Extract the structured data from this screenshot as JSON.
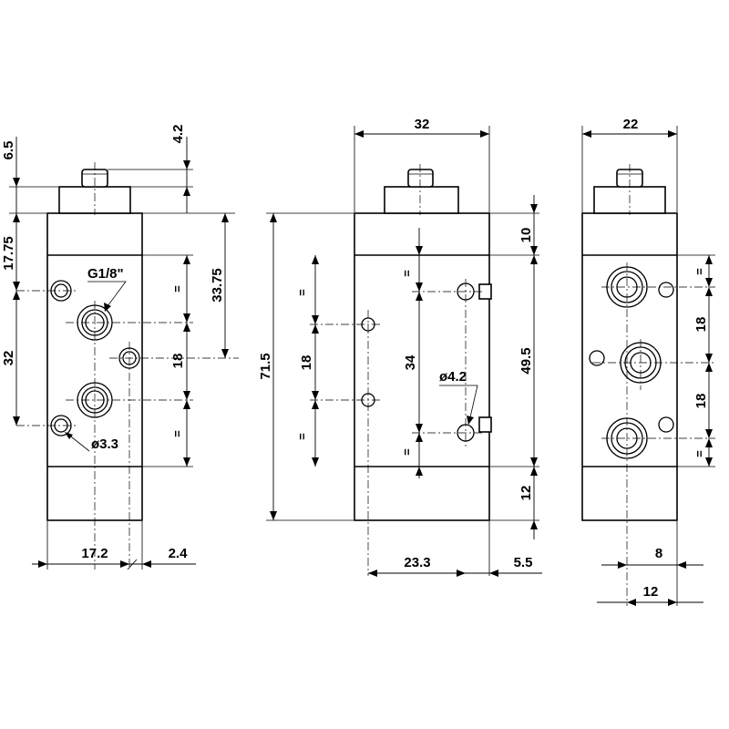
{
  "views": {
    "front": {
      "port_thread": "G1/8\"",
      "hole_dia": "ø3.3",
      "dim_top_offset": "6.5",
      "dim_stem": "4.2",
      "dim_left_upper": "17.75",
      "dim_left_spacing": "32",
      "dim_right_total": "33.75",
      "dim_right_pitch": "18",
      "dim_width": "17.2",
      "dim_offset": "2.4",
      "equal_mark": "="
    },
    "middle": {
      "dim_width": "32",
      "dim_height": "71.5",
      "dim_top_band": "10",
      "dim_inner_height": "49.5",
      "dim_bottom_band": "12",
      "dim_left_pitch": "18",
      "dim_center_pitch": "34",
      "hole_dia": "ø4.2",
      "dim_bottom_left": "23.3",
      "dim_bottom_right": "5.5",
      "equal_mark": "="
    },
    "side": {
      "dim_width": "22",
      "dim_pitch_upper": "18",
      "dim_pitch_lower": "18",
      "dim_bottom_small": "8",
      "dim_bottom_large": "12",
      "equal_mark": "="
    }
  }
}
